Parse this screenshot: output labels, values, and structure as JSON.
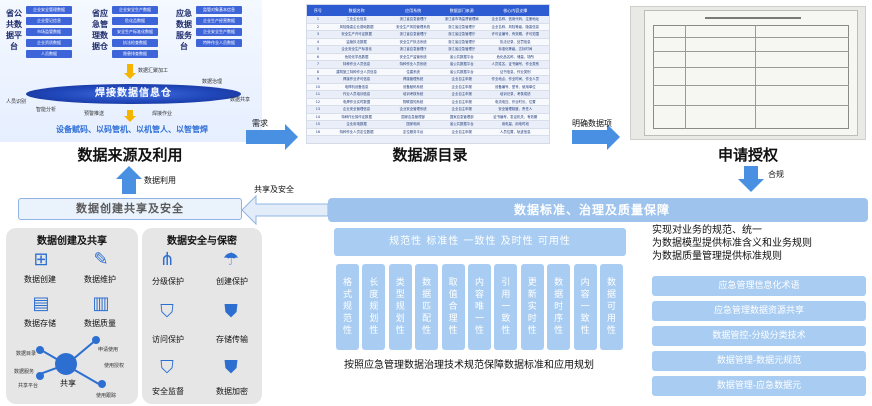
{
  "source": {
    "platforms": [
      {
        "label": "省公共数据平台",
        "items": [
          "企业安全管理数据",
          "企业登记信息",
          "市场监管数据",
          "企业资质数据",
          "人员数据"
        ]
      },
      {
        "label": "省应急管理数据仓",
        "items": [
          "企业安全生产数据",
          "危化品数据",
          "安全生产标准化数据",
          "执法检查数据",
          "隐患排查数据"
        ]
      },
      {
        "label": "应急数据服务台",
        "items": [
          "监管对象基本信息",
          "企业生产经营数据",
          "企业安全生产数据",
          "特种作业人员数据"
        ]
      }
    ],
    "flow_label": "数据汇聚加工",
    "band_label": "焊接数据信息仓",
    "bottom_text": "设备赋码、以码管机、以机管人、以智管焊",
    "small_labels": [
      "人员识别",
      "智能分析",
      "预警推送",
      "焊接作业",
      "数据治理",
      "数据共享"
    ],
    "title": "数据来源及利用"
  },
  "catalog": {
    "title": "数据源目录",
    "headers": [
      "序号",
      "数据名称",
      "应用系统",
      "数据部门来源",
      "核心内容支撑"
    ],
    "rows": [
      [
        "1",
        "工业企业信息",
        "浙江省应急管理厅",
        "浙江省市场监督管理局",
        "企业名称、信用代码、注册地址"
      ],
      [
        "2",
        "风险隐患企业基础数据",
        "安全生产风险管理系统",
        "浙江省应急管理厅",
        "企业名称、风险等级、隐患信息"
      ],
      [
        "3",
        "安全生产许可证数据",
        "浙江省应急管理厅",
        "浙江省应急管理厅",
        "许可证编号、有效期、许可范围"
      ],
      [
        "4",
        "监管执法数据",
        "安全生产执法系统",
        "浙江省应急管理厅",
        "执法记录、处罚信息"
      ],
      [
        "5",
        "企业安全生产标准化",
        "浙江省应急管理厅",
        "浙江省应急管理厅",
        "标准化等级、达标时间"
      ],
      [
        "6",
        "危险化学品数据",
        "安全生产监管系统",
        "省公共数据平台",
        "危化品名称、储量、场所"
      ],
      [
        "7",
        "特种作业人员信息",
        "特种作业人员系统",
        "省公共数据平台",
        "人员姓名、证书编号、作业类别"
      ],
      [
        "8",
        "建筑施工特种作业人员信息",
        "住建系统",
        "省公共数据平台",
        "证书信息、作业类别"
      ],
      [
        "9",
        "焊接作业许可信息",
        "焊接管理系统",
        "企业自主申报",
        "作业地点、作业时间、作业人员"
      ],
      [
        "10",
        "电焊机设备信息",
        "设备赋码系统",
        "企业自主申报",
        "设备编号、型号、使用单位"
      ],
      [
        "11",
        "作业人员培训信息",
        "培训考核系统",
        "企业自主申报",
        "培训记录、考核成绩"
      ],
      [
        "12",
        "电焊作业实时数据",
        "物联感知系统",
        "企业自主申报",
        "电流电压、作业时长、位置"
      ],
      [
        "13",
        "企业安全管理信息",
        "企业安全管理系统",
        "企业自主申报",
        "安全管理制度、责任人"
      ],
      [
        "14",
        "特种作业操作证数据",
        "国家应急管理部",
        "国家应急管理部",
        "证书编号、发证机关、有效期"
      ],
      [
        "15",
        "企业用电数据",
        "国家电网",
        "省公共数据平台",
        "用电量、用电时段"
      ],
      [
        "16",
        "特种作业人员定位数据",
        "定位服务平台",
        "企业自主申报",
        "人员位置、轨迹信息"
      ]
    ]
  },
  "auth": {
    "title": "申请授权"
  },
  "arrows": {
    "need": "需求",
    "clarify": "明确数据项",
    "comply": "合规",
    "share_safety": "共享及安全",
    "usage": "数据利用"
  },
  "create": {
    "bar": "数据创建共享及安全",
    "left_title": "数据创建及共享",
    "left_items": [
      "数据创建",
      "数据维护",
      "数据存储",
      "数据质量"
    ],
    "hub_label": "共享",
    "hub_tiny": [
      "数据目录",
      "申请使用",
      "数据服务",
      "使用授权",
      "共享平台",
      "使用跟踪"
    ],
    "right_title": "数据安全与保密",
    "right_items": [
      "分级保护",
      "创建保护",
      "访问保护",
      "存储传输",
      "安全监督",
      "数据加密"
    ]
  },
  "governance": {
    "bar": "数据标准、治理及质量保障",
    "sub": "规范性 标准性 一致性 及时性 可用性",
    "vboxes": [
      "格式规范性",
      "长度规划性",
      "类型规划性",
      "数据匹配性",
      "取值合理性",
      "内容唯一性",
      "引用一致性",
      "更新实时性",
      "数据时序性",
      "内容一致性",
      "数据可用性"
    ],
    "bottom_text": "按照应急管理数据治理技术规范保障数据标准和应用规划",
    "right_text": [
      "实现对业务的规范、统一",
      "为数据模型提供标准含义和业务规则",
      "为数据质量管理提供标准规则"
    ],
    "right_boxes": [
      "应急管理信息化术语",
      "应急管理数据资源共享",
      "数据管控-分级分类技术",
      "数据管理-数据元规范",
      "数据管理-应急数据元"
    ]
  }
}
